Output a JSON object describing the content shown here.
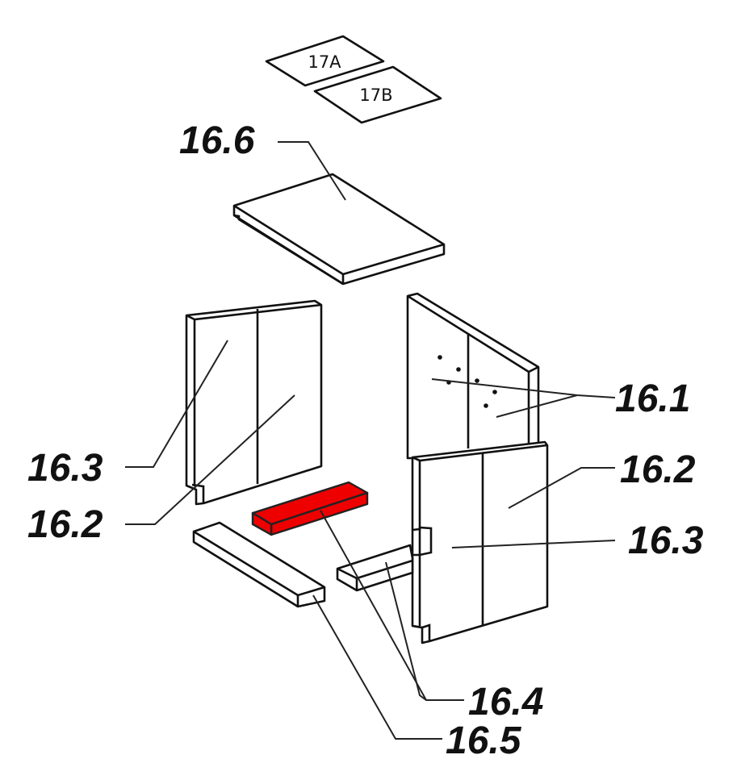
{
  "labels": {
    "p17a": "17A",
    "p17b": "17B",
    "p166": "16.6",
    "p161": "16.1",
    "p162_right": "16.2",
    "p163_right": "16.3",
    "p163_left": "16.3",
    "p162_left": "16.2",
    "p164": "16.4",
    "p165": "16.5"
  },
  "highlight_color": "#ee0000",
  "highlighted_part": "16.4"
}
